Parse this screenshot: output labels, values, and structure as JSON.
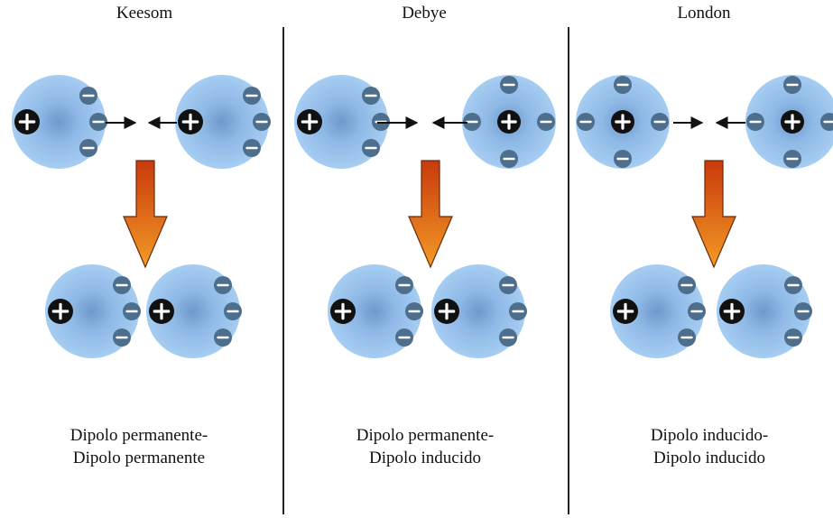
{
  "colors": {
    "cloud_outer": "#9bc4ec",
    "cloud_inner": "#6f98cc",
    "negative_charge": "#4d6e8c",
    "positive_charge": "#111111",
    "arrow_top": "#c83a0c",
    "arrow_bottom": "#f08a22",
    "divider": "#222222"
  },
  "panels": [
    {
      "title": "Keesom",
      "caption_line1": "Dipolo permanente-",
      "caption_line2": "Dipolo permanente"
    },
    {
      "title": "Debye",
      "caption_line1": "Dipolo permanente-",
      "caption_line2": "Dipolo inducido"
    },
    {
      "title": "London",
      "caption_line1": "Dipolo inducido-",
      "caption_line2": "Dipolo inducido"
    }
  ]
}
